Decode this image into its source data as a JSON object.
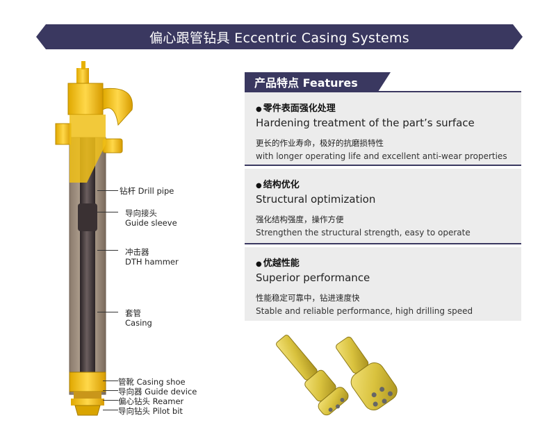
{
  "banner": {
    "title": "偏心跟管钻具   Eccentric Casing Systems"
  },
  "diagram": {
    "labels": [
      {
        "cn": "钻杆 Drill pipe",
        "en": ""
      },
      {
        "cn": "导向接头",
        "en": "Guide sleeve"
      },
      {
        "cn": "冲击器",
        "en": "DTH hammer"
      },
      {
        "cn": "套管",
        "en": "Casing"
      },
      {
        "cn": "管靴 Casing shoe",
        "en": ""
      },
      {
        "cn": "导向器 Guide device",
        "en": ""
      },
      {
        "cn": "偏心钻头 Reamer",
        "en": ""
      },
      {
        "cn": "导向钻头 Pilot bit",
        "en": ""
      }
    ]
  },
  "features": {
    "heading": "产品特点  Features",
    "items": [
      {
        "title": "零件表面强化处理",
        "title_en": "Hardening treatment of the part’s surface",
        "desc_cn": "更长的作业寿命，极好的抗磨损特性",
        "desc_en": "with longer operating life and excellent anti-wear properties"
      },
      {
        "title": "结构优化",
        "title_en": "Structural optimization",
        "desc_cn": "强化结构强度，操作方便",
        "desc_en": "Strengthen the structural strength, easy to operate"
      },
      {
        "title": "优越性能",
        "title_en": "Superior performance",
        "desc_cn": "性能稳定可靠中，钻进速度快",
        "desc_en": "Stable and reliable performance, high drilling speed"
      }
    ]
  },
  "colors": {
    "accent": "#3a3860",
    "yellow": "#f2c21a",
    "panel_bg": "#ececec"
  }
}
